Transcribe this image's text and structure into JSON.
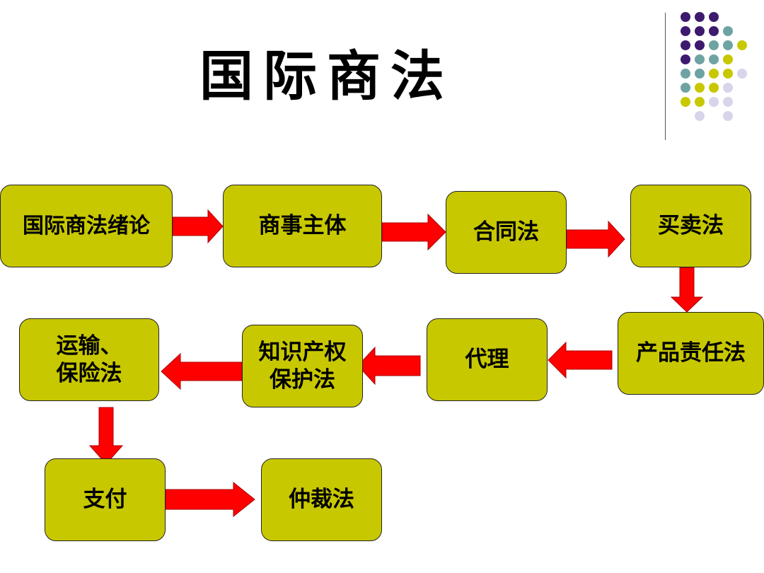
{
  "title": "国际商法",
  "colors": {
    "box_fill": "#c8c800",
    "arrow": "#ff0000",
    "dot_purple": "#3d1a6e",
    "dot_teal": "#6fa3a3",
    "dot_yellow": "#c8c800",
    "dot_lavender": "#d7d5ea"
  },
  "nodes": [
    {
      "id": "n1",
      "label": "国际商法绪论"
    },
    {
      "id": "n2",
      "label": "商事主体"
    },
    {
      "id": "n3",
      "label": "合同法"
    },
    {
      "id": "n4",
      "label": "买卖法"
    },
    {
      "id": "n5",
      "label": "产品责任法"
    },
    {
      "id": "n6",
      "label": "代理"
    },
    {
      "id": "n7",
      "label": "知识产权\n保护法"
    },
    {
      "id": "n8",
      "label": "运输、\n保险法"
    },
    {
      "id": "n9",
      "label": "支付"
    },
    {
      "id": "n10",
      "label": "仲裁法"
    }
  ],
  "edges": [
    [
      "n1",
      "n2"
    ],
    [
      "n2",
      "n3"
    ],
    [
      "n3",
      "n4"
    ],
    [
      "n4",
      "n5"
    ],
    [
      "n5",
      "n6"
    ],
    [
      "n6",
      "n7"
    ],
    [
      "n7",
      "n8"
    ],
    [
      "n8",
      "n9"
    ],
    [
      "n9",
      "n10"
    ]
  ]
}
